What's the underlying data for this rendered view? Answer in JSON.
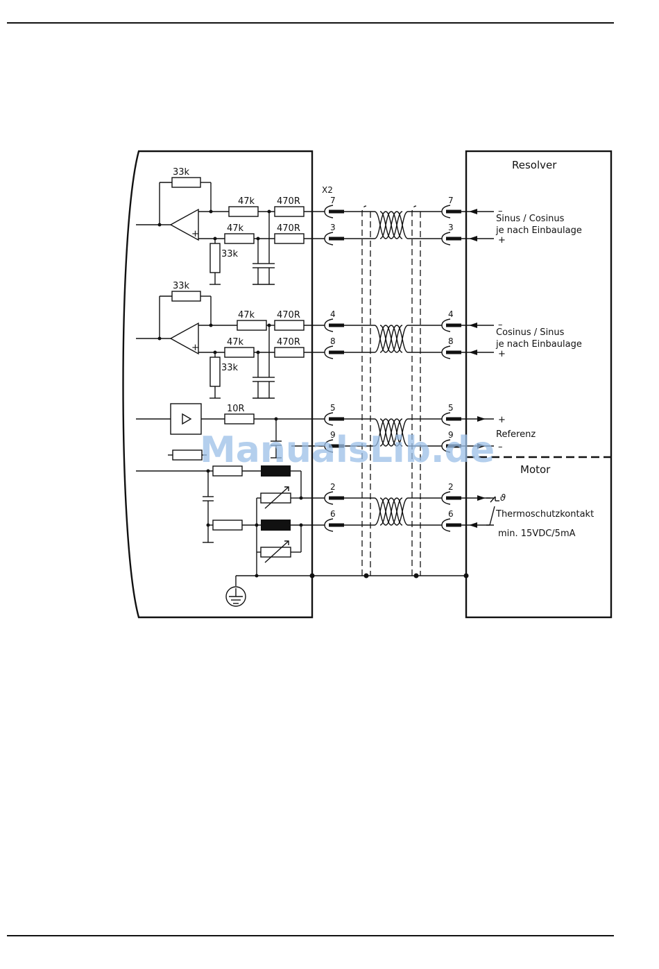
{
  "diagram": {
    "resolver_title": "Resolver",
    "motor_title": "Motor",
    "connector": "X2",
    "resistors": {
      "feedback": "33k",
      "input": "47k",
      "series": "470R",
      "ground": "33k",
      "ref": "10R"
    },
    "pins": [
      "7",
      "3",
      "4",
      "8",
      "5",
      "9",
      "2",
      "6"
    ],
    "signals": {
      "sin_line1": "Sinus / Cosinus",
      "sin_line2": "je nach Einbaulage",
      "cos_line1": "Cosinus / Sinus",
      "cos_line2": "je nach Einbaulage",
      "referenz": "Referenz",
      "thermo": "Thermoschutzkontakt",
      "thermo_spec": "min. 15VDC/5mA",
      "theta": "ϑ"
    },
    "polarity": {
      "minus": "–",
      "plus": "+"
    }
  },
  "watermark": "ManualsLib.de"
}
